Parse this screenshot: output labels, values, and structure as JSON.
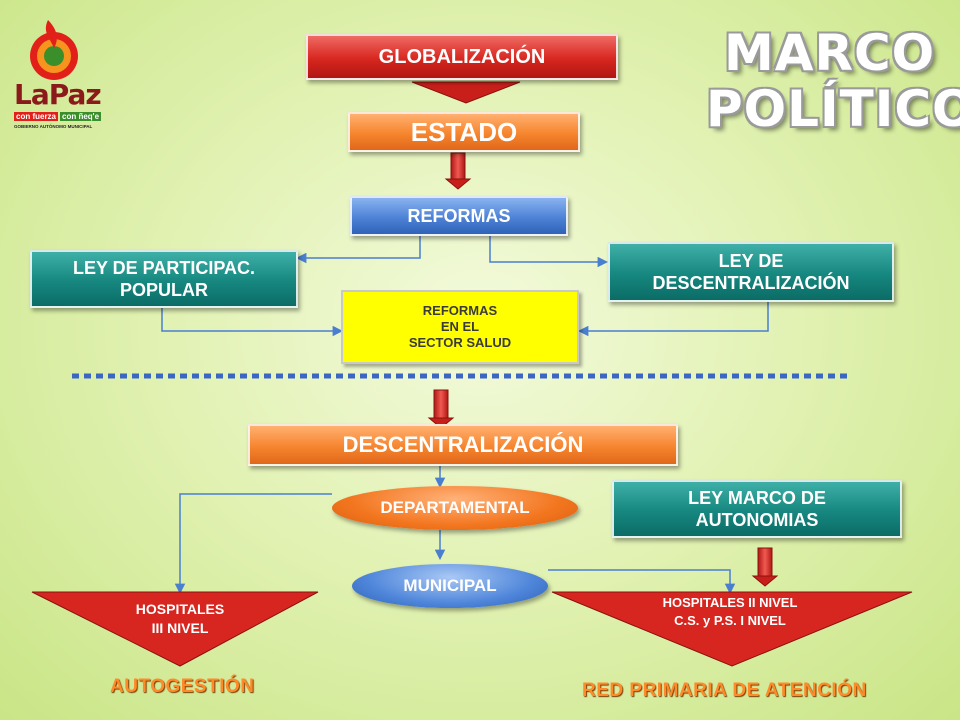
{
  "title": {
    "line1": "MARCO",
    "line2": "POLÍTICO"
  },
  "logo": {
    "name": "LaPaz",
    "tagline1": "con fuerza",
    "tagline2": "con ñeq'e",
    "subtitle": "GOBIERNO AUTÓNOMO MUNICIPAL"
  },
  "nodes": {
    "globalizacion": "GLOBALIZACIÓN",
    "estado": "ESTADO",
    "reformas": "REFORMAS",
    "ley_participacion_l1": "LEY DE PARTICIPAC.",
    "ley_participacion_l2": "POPULAR",
    "ley_descentralizacion_l1": "LEY DE",
    "ley_descentralizacion_l2": "DESCENTRALIZACIÓN",
    "reformas_salud_l1": "REFORMAS",
    "reformas_salud_l2": "EN EL",
    "reformas_salud_l3": "SECTOR SALUD",
    "descentralizacion": "DESCENTRALIZACIÓN",
    "departamental": "DEPARTAMENTAL",
    "ley_autonomias_l1": "LEY MARCO DE",
    "ley_autonomias_l2": "AUTONOMIAS",
    "municipal": "MUNICIPAL",
    "hospitales3_l1": "HOSPITALES",
    "hospitales3_l2": "III  NIVEL",
    "hospitales2_l1": "HOSPITALES II NIVEL",
    "hospitales2_l2": "C.S. y P.S. I NIVEL"
  },
  "footer": {
    "left": "AUTOGESTIÓN",
    "right": "RED PRIMARIA DE ATENCIÓN"
  },
  "colors": {
    "red": "#d7261f",
    "orange": "#f6852e",
    "blue": "#4d82d6",
    "teal": "#16877f",
    "yellow": "#ffff00",
    "connector": "#4a7fd0",
    "dots": "#3a66c4"
  }
}
